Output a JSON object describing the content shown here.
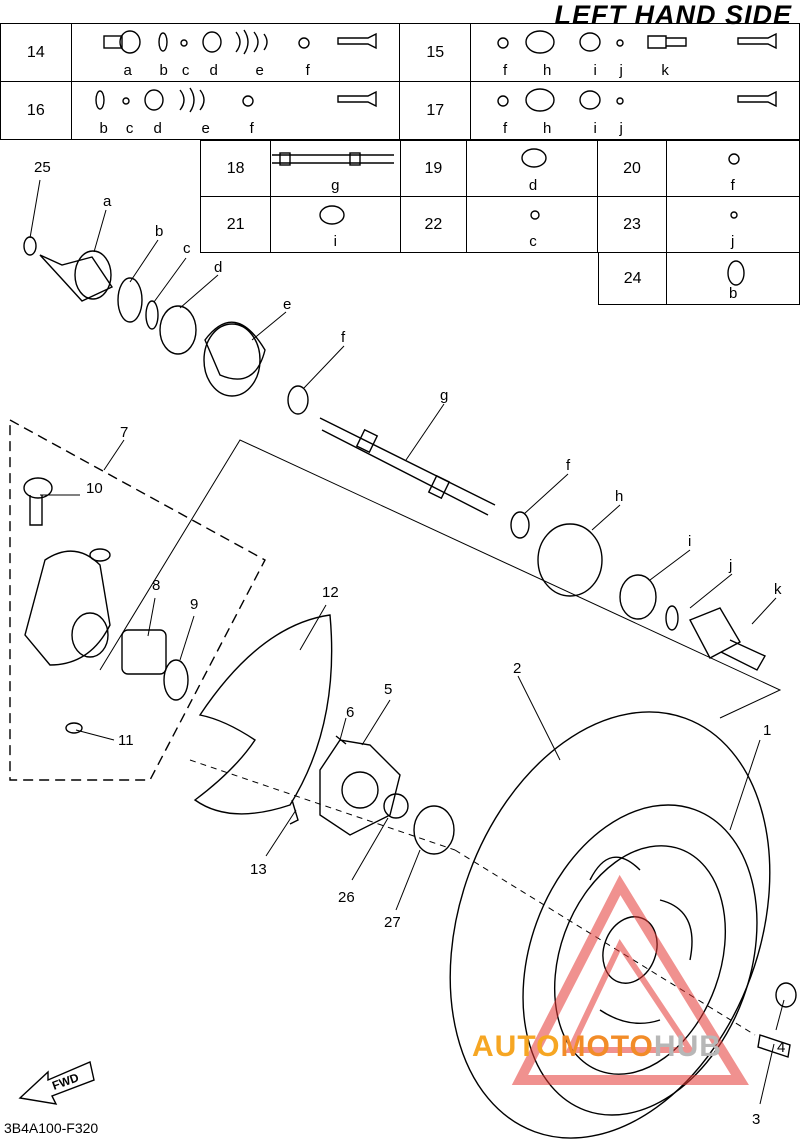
{
  "header": {
    "title": "LEFT HAND SIDE",
    "code": "3B4A100-F320"
  },
  "kits_top": [
    {
      "no": "14",
      "letters": [
        "a",
        "b",
        "c",
        "d",
        "e",
        "f"
      ]
    },
    {
      "no": "15",
      "letters": [
        "f",
        "h",
        "i",
        "j",
        "k"
      ]
    },
    {
      "no": "16",
      "letters": [
        "b",
        "c",
        "d",
        "e",
        "f"
      ]
    },
    {
      "no": "17",
      "letters": [
        "f",
        "h",
        "i",
        "j"
      ]
    }
  ],
  "kits_grid": [
    {
      "no": "18",
      "letter": "g"
    },
    {
      "no": "19",
      "letter": "d"
    },
    {
      "no": "20",
      "letter": "f"
    },
    {
      "no": "21",
      "letter": "i"
    },
    {
      "no": "22",
      "letter": "c"
    },
    {
      "no": "23",
      "letter": "j"
    },
    {
      "no": "24",
      "letter": "b"
    }
  ],
  "callouts": {
    "c25": "25",
    "ca": "a",
    "cb": "b",
    "cc": "c",
    "cd": "d",
    "ce": "e",
    "cf1": "f",
    "cg": "g",
    "cf2": "f",
    "ch": "h",
    "ci": "i",
    "cj": "j",
    "ck": "k",
    "c7": "7",
    "c10": "10",
    "c8": "8",
    "c9": "9",
    "c11": "11",
    "c12": "12",
    "c5": "5",
    "c6": "6",
    "c2": "2",
    "c1": "1",
    "c13": "13",
    "c26": "26",
    "c27": "27",
    "c4": "4",
    "c3": "3"
  },
  "fwd_label": "FWD",
  "watermark": {
    "p1": "AUTO",
    "p2": "MOTO",
    "p3": "HUB",
    "color": "#e53935"
  }
}
